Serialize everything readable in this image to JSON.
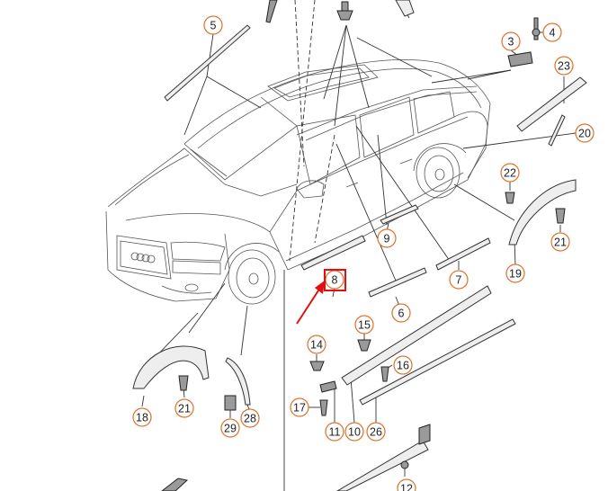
{
  "diagram": {
    "callouts": [
      "3",
      "4",
      "5",
      "6",
      "7",
      "8",
      "9",
      "10",
      "11",
      "12",
      "14",
      "15",
      "16",
      "17",
      "18",
      "19",
      "20",
      "21",
      "21",
      "22",
      "23",
      "26",
      "28",
      "29"
    ],
    "highlighted": "8",
    "colors": {
      "callout_ring": "#e0702a",
      "highlight": "#e01010",
      "line": "#333333"
    }
  }
}
